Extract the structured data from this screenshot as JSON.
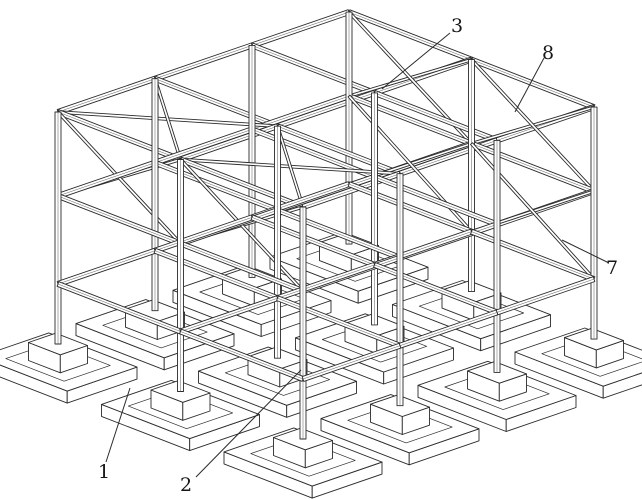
{
  "figure": {
    "background": "#ffffff",
    "line_color": "#2b2b2b",
    "labels": {
      "l1": {
        "text": "1"
      },
      "l2": {
        "text": "2"
      },
      "l3": {
        "text": "3"
      },
      "l7": {
        "text": "7"
      },
      "l8": {
        "text": "8"
      }
    }
  }
}
